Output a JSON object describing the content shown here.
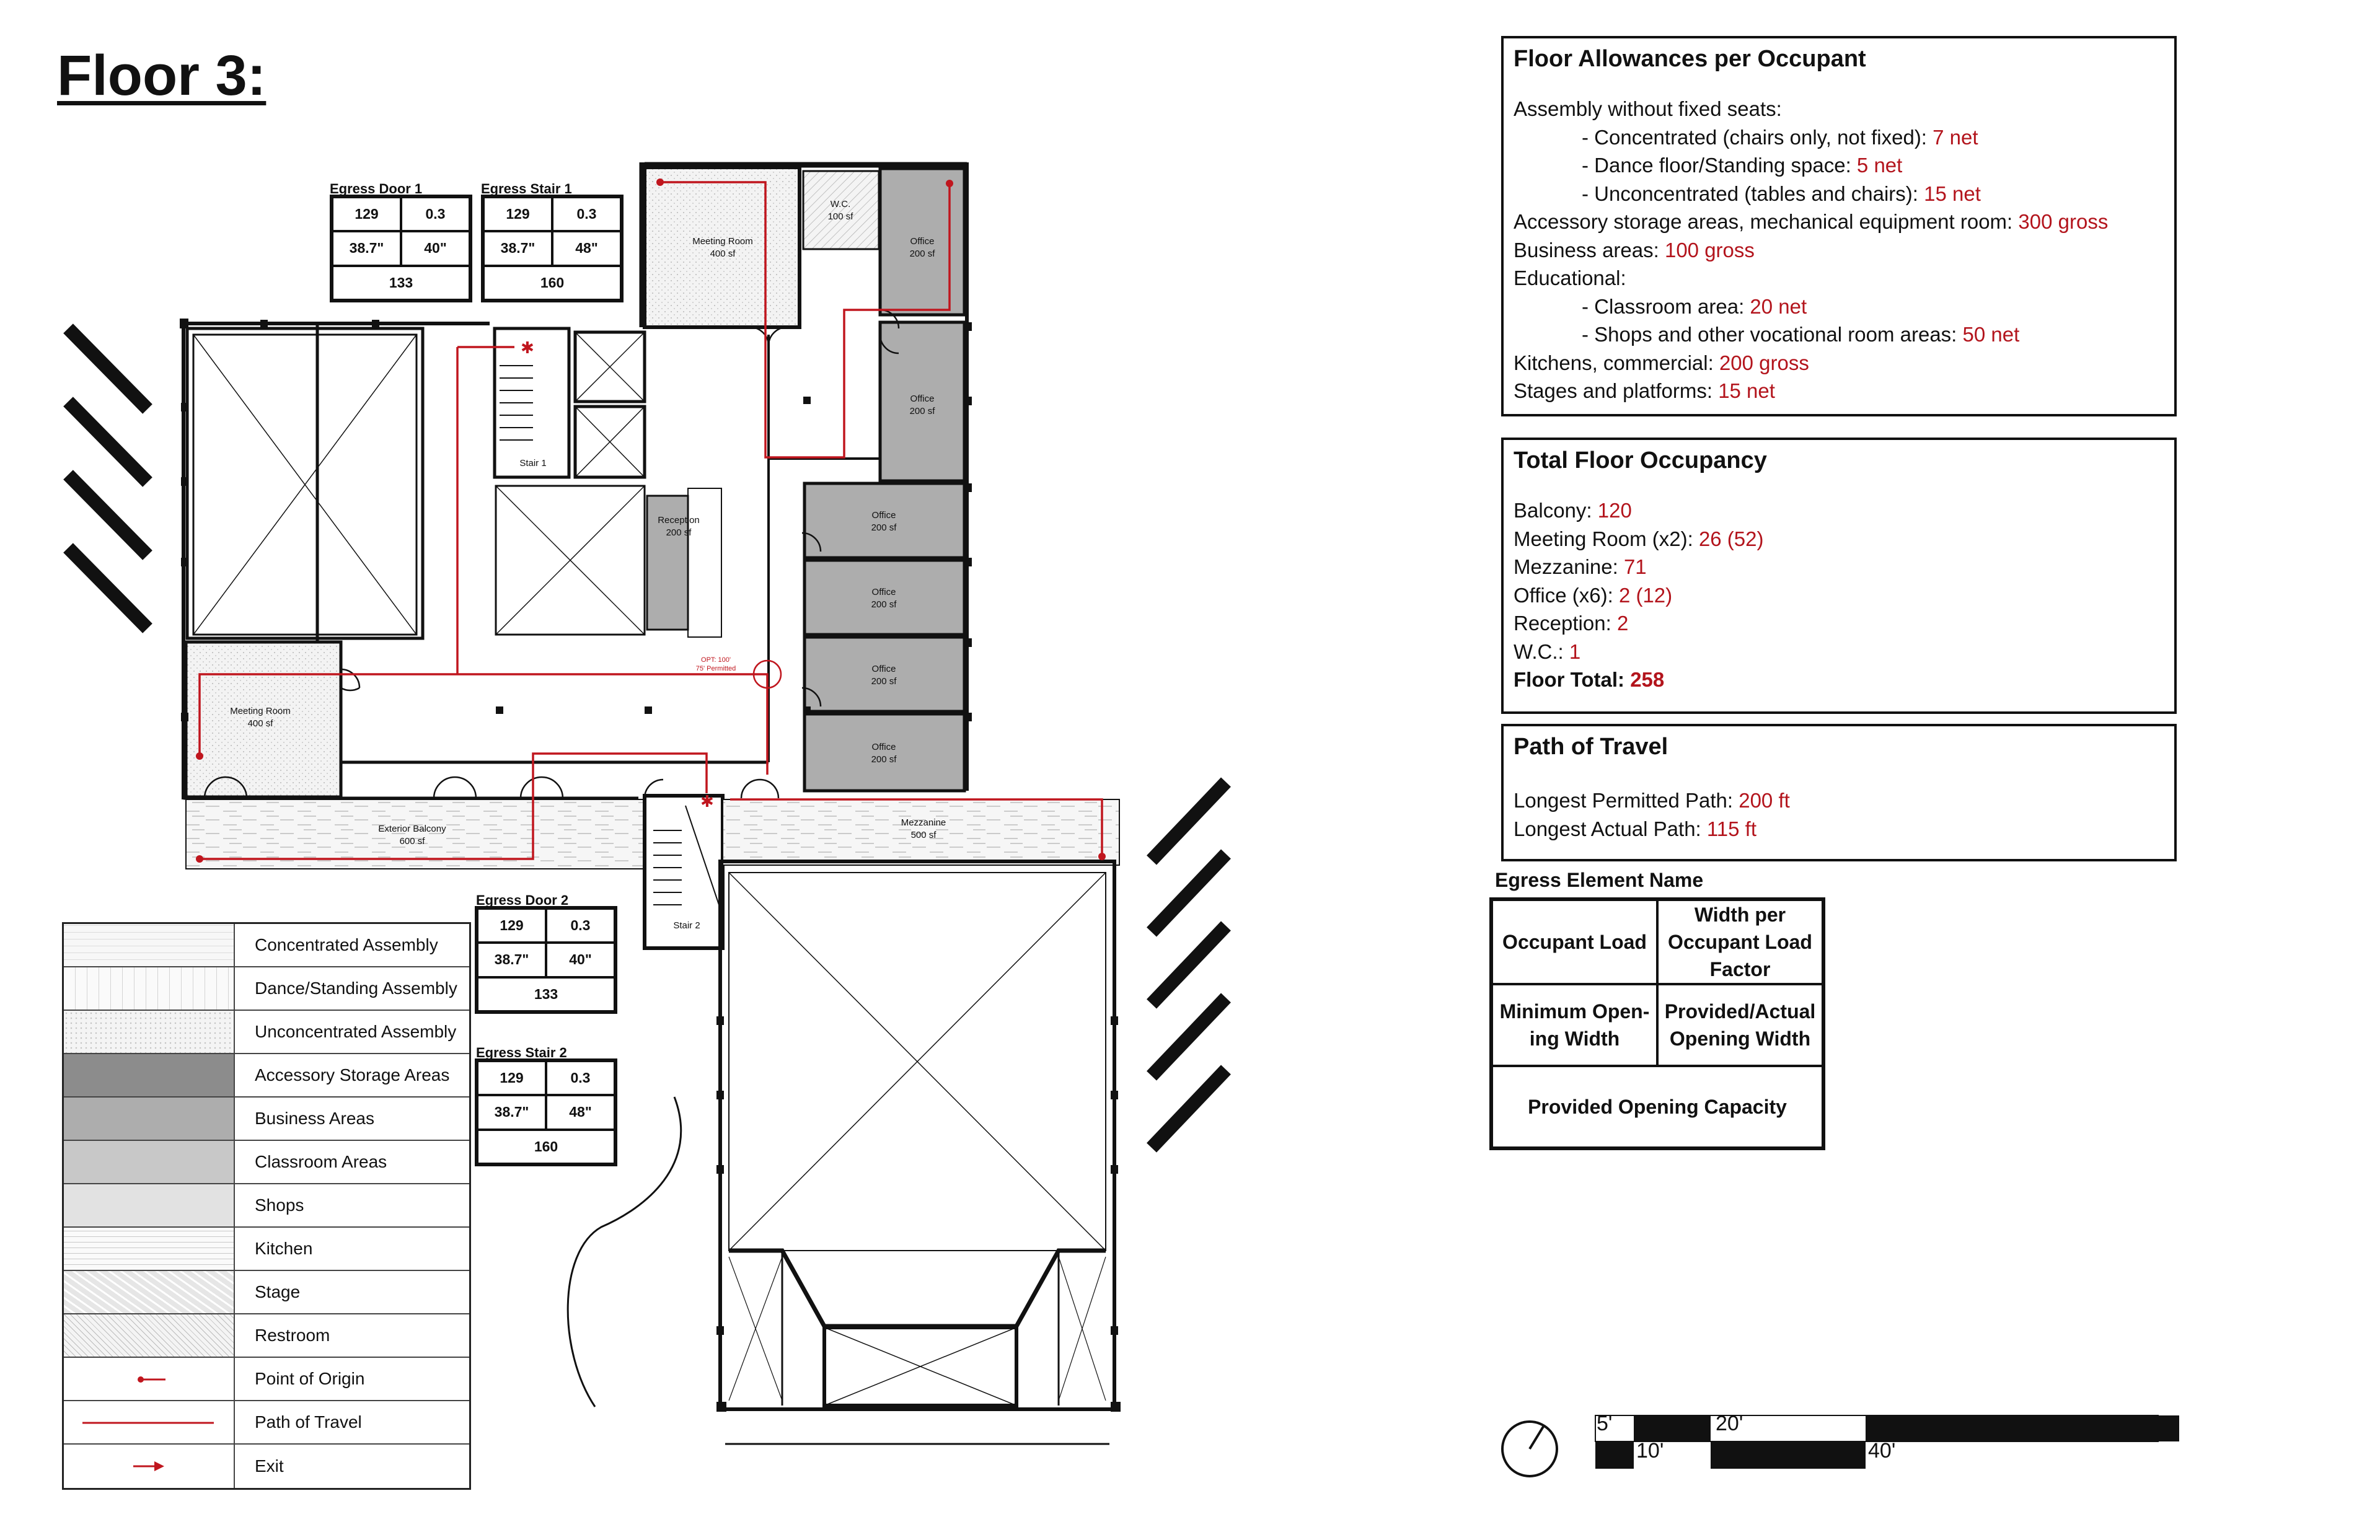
{
  "page_title": "Floor 3:",
  "floor_allowances": {
    "title": "Floor Allowances per Occupant",
    "lines": [
      {
        "indent": false,
        "label": "Assembly without fixed seats:",
        "value": ""
      },
      {
        "indent": true,
        "label": "- Concentrated (chairs only, not fixed): ",
        "value": "7 net"
      },
      {
        "indent": true,
        "label": "- Dance floor/Standing space: ",
        "value": "5 net"
      },
      {
        "indent": true,
        "label": "- Unconcentrated (tables and chairs): ",
        "value": "15 net"
      },
      {
        "indent": false,
        "label": "Accessory storage areas, mechanical equipment room: ",
        "value": "300 gross"
      },
      {
        "indent": false,
        "label": "Business areas: ",
        "value": "100 gross"
      },
      {
        "indent": false,
        "label": "Educational:",
        "value": ""
      },
      {
        "indent": true,
        "label": "- Classroom area: ",
        "value": "20 net"
      },
      {
        "indent": true,
        "label": "- Shops and other vocational room areas: ",
        "value": "50 net"
      },
      {
        "indent": false,
        "label": "Kitchens, commercial: ",
        "value": "200 gross"
      },
      {
        "indent": false,
        "label": "Stages and platforms: ",
        "value": "15 net"
      }
    ]
  },
  "total_occupancy": {
    "title": "Total Floor Occupancy",
    "lines": [
      {
        "label": "Balcony: ",
        "value": "120"
      },
      {
        "label": "Meeting Room (x2): ",
        "value": "26 (52)"
      },
      {
        "label": "Mezzanine: ",
        "value": "71"
      },
      {
        "label": "Office (x6): ",
        "value": "2 (12)"
      },
      {
        "label": "Reception: ",
        "value": "2"
      },
      {
        "label": "W.C.: ",
        "value": "1"
      }
    ],
    "total_label": "Floor Total: ",
    "total_value": "258"
  },
  "path_of_travel": {
    "title": "Path of Travel",
    "lines": [
      {
        "label": "Longest Permitted Path: ",
        "value": "200 ft"
      },
      {
        "label": "Longest Actual Path: ",
        "value": "115 ft"
      }
    ]
  },
  "egress_key": {
    "title": "Egress Element Name",
    "occupant_load": "Occupant Load",
    "width_factor": "Width per Occupant Load Factor",
    "min_width": "Minimum Open- ing Width",
    "provided_width": "Provided/Actual Opening Width",
    "capacity": "Provided Opening Capacity"
  },
  "egress_tables": [
    {
      "name": "Egress Door 1",
      "load": "129",
      "factor": "0.3",
      "min": "38.7\"",
      "provided": "40\"",
      "capacity": "133"
    },
    {
      "name": "Egress Stair 1",
      "load": "129",
      "factor": "0.3",
      "min": "38.7\"",
      "provided": "48\"",
      "capacity": "160"
    },
    {
      "name": "Egress Door 2",
      "load": "129",
      "factor": "0.3",
      "min": "38.7\"",
      "provided": "40\"",
      "capacity": "133"
    },
    {
      "name": "Egress Stair 2",
      "load": "129",
      "factor": "0.3",
      "min": "38.7\"",
      "provided": "48\"",
      "capacity": "160"
    }
  ],
  "legend": [
    {
      "label": "Concentrated Assembly",
      "swatch": "concentrated"
    },
    {
      "label": "Dance/Standing Assembly",
      "swatch": "dance"
    },
    {
      "label": "Unconcentrated Assembly",
      "swatch": "unconcentrated"
    },
    {
      "label": "Accessory Storage Areas",
      "swatch": "#8c8c8c"
    },
    {
      "label": "Business Areas",
      "swatch": "#adadad"
    },
    {
      "label": "Classroom Areas",
      "swatch": "#c8c8c8"
    },
    {
      "label": "Shops",
      "swatch": "#e2e2e2"
    },
    {
      "label": "Kitchen",
      "swatch": "kitchen"
    },
    {
      "label": "Stage",
      "swatch": "stage"
    },
    {
      "label": "Restroom",
      "swatch": "restroom"
    },
    {
      "label": "Point of Origin",
      "swatch": "origin"
    },
    {
      "label": "Path of Travel",
      "swatch": "path"
    },
    {
      "label": "Exit",
      "swatch": "exit"
    }
  ],
  "rooms": {
    "meeting1": "Meeting Room\n400 sf",
    "wc": "W.C.\n100 sf",
    "office1": "Office\n200 sf",
    "office2": "Office\n200 sf",
    "stair1": "Stair 1",
    "reception": "Reception\n200 sf",
    "office3": "Office\n200 sf",
    "office4": "Office\n200 sf",
    "office5": "Office\n200 sf",
    "office6": "Office\n200 sf",
    "meeting2": "Meeting Room\n400 sf",
    "balcony": "Exterior Balcony\n600 sf",
    "mezzanine": "Mezzanine\n500 sf",
    "stair2": "Stair 2",
    "travel_note": "OPT: 100'\n75' Permitted"
  },
  "scale": {
    "l5": "5'",
    "l10": "10'",
    "l20": "20'",
    "l40": "40'"
  },
  "colors": {
    "accent": "#c0161e",
    "business": "#adadad",
    "border": "#111111"
  }
}
